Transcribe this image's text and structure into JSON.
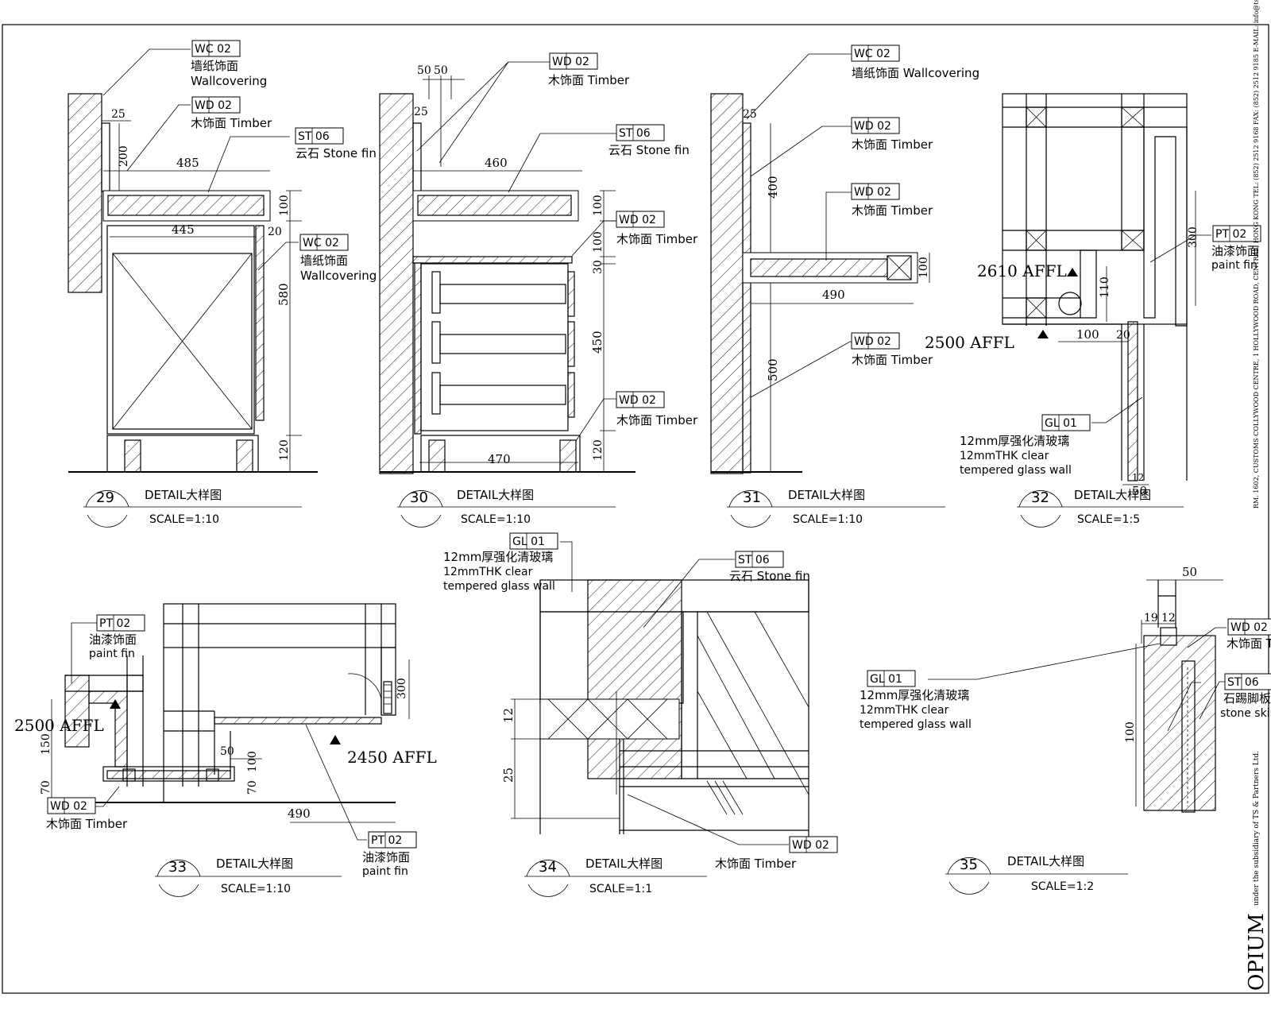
{
  "tags": {
    "wc02": "WC 02",
    "wd02": "WD 02",
    "st06": "ST 06",
    "pt02": "PT 02",
    "gl01": "GL 01"
  },
  "labels": {
    "wallcovering_cn": "墙纸饰面",
    "wallcovering_en": "Wallcovering",
    "timber_cn": "木饰面",
    "timber_en": "Timber",
    "stone_cn": "云石",
    "stone_en": "Stone fin",
    "paint_cn": "油漆饰面",
    "paint_en": "paint fin",
    "glass_cn": "12mm厚强化清玻璃",
    "glass_en1": "12mmTHK clear",
    "glass_en2": "tempered glass wall",
    "skirting_cn": "石踢脚板",
    "skirting_en": "stone skirting"
  },
  "details": [
    {
      "number": "29",
      "title": "DETAIL大样图",
      "scale": "SCALE=1:10"
    },
    {
      "number": "30",
      "title": "DETAIL大样图",
      "scale": "SCALE=1:10"
    },
    {
      "number": "31",
      "title": "DETAIL大样图",
      "scale": "SCALE=1:10"
    },
    {
      "number": "32",
      "title": "DETAIL大样图",
      "scale": "SCALE=1:5"
    },
    {
      "number": "33",
      "title": "DETAIL大样图",
      "scale": "SCALE=1:10"
    },
    {
      "number": "34",
      "title": "DETAIL大样图",
      "scale": "SCALE=1:1"
    },
    {
      "number": "35",
      "title": "DETAIL大样图",
      "scale": "SCALE=1:2"
    }
  ],
  "dims": {
    "d29": [
      "25",
      "200",
      "485",
      "100",
      "445",
      "20",
      "580",
      "120"
    ],
    "d30": [
      "50",
      "50",
      "25",
      "460",
      "100",
      "100",
      "30",
      "450",
      "120",
      "470"
    ],
    "d31": [
      "25",
      "400",
      "100",
      "490",
      "500"
    ],
    "d32": [
      "300",
      "110",
      "100",
      "20",
      "12",
      "50"
    ],
    "d33": [
      "300",
      "150",
      "70",
      "50",
      "100",
      "70",
      "490"
    ],
    "d34": [
      "12",
      "25"
    ],
    "d35": [
      "50",
      "19",
      "12",
      "100"
    ]
  },
  "levels": {
    "l2610": "2610 AFFL",
    "l2500a": "2500 AFFL",
    "l2500b": "2500 AFFL",
    "l2450": "2450 AFFL"
  },
  "titleblock": {
    "project": "OPIUM",
    "note": "under the subsidiary of TS & Partners Ltd.",
    "address": "RM. 1602, CUSTOMS COLLYWOOD CENTRE, 1 HOLLYWOOD ROAD, CENTRAL, HONG KONG TEL: (852) 2512 9168 FAX: (852) 2512 9185 E-MAIL: info@tspartners.com"
  }
}
